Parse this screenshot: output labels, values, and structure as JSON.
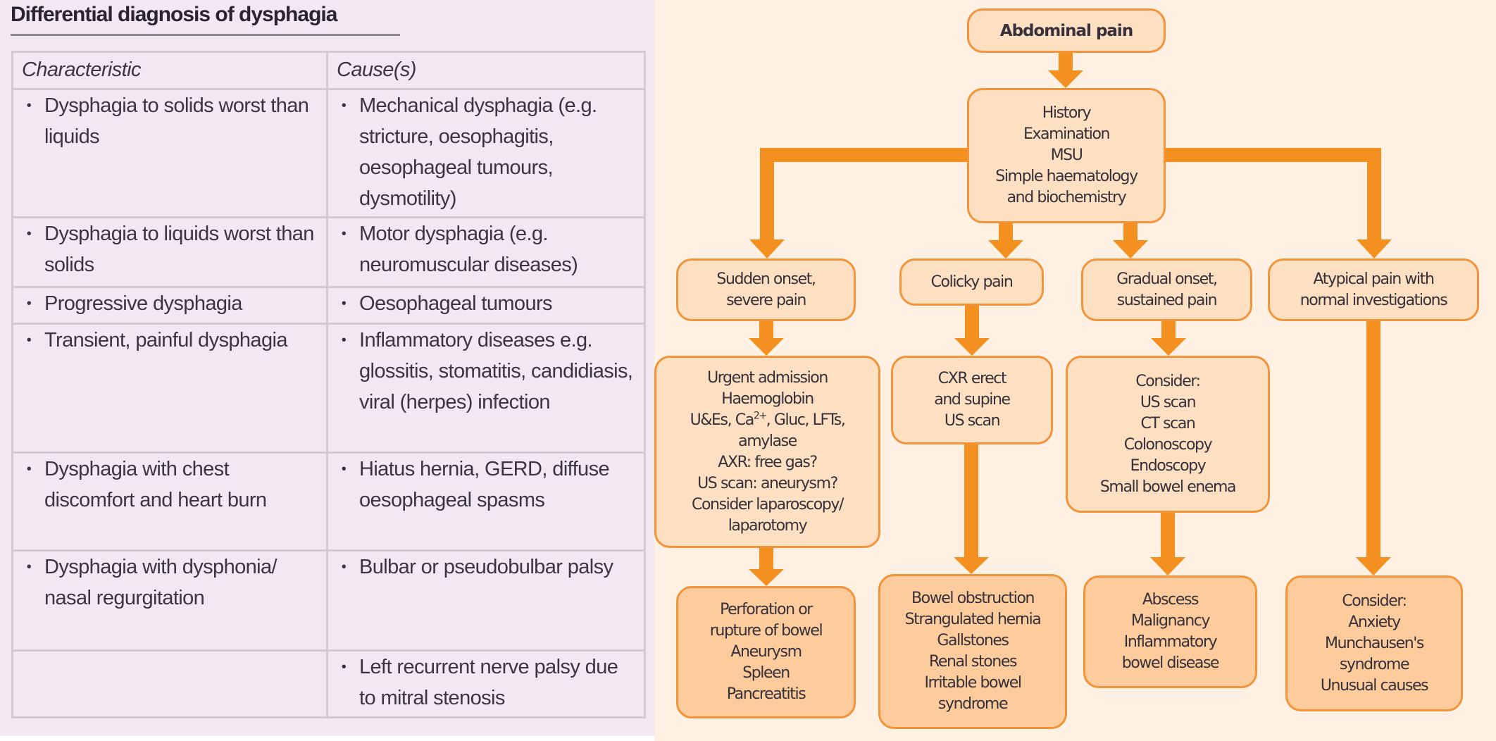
{
  "left": {
    "title": "Differential diagnosis of dysphagia",
    "table": {
      "headers": [
        "Characteristic",
        "Cause(s)"
      ],
      "rows": [
        {
          "characteristic": "Dysphagia to solids worst than liquids",
          "cause": "Mechanical dysphagia (e.g. stricture, oesophagitis, oesophageal tumours, dysmotility)"
        },
        {
          "characteristic": "Dysphagia to liquids worst than solids",
          "cause": "Motor dysphagia (e.g. neuromuscular diseases)"
        },
        {
          "characteristic": "Progressive dysphagia",
          "cause": "Oesophageal tumours"
        },
        {
          "characteristic": "Transient, painful dysphagia",
          "cause": "Inflammatory diseases e.g. glossitis, stomatitis, candidiasis, viral (herpes) infection"
        },
        {
          "characteristic": "Dysphagia with chest discomfort and heart burn",
          "cause": "Hiatus hernia, GERD, diffuse oesophageal spasms"
        },
        {
          "characteristic": "Dysphagia with dysphonia/ nasal regurgitation",
          "cause": "Bulbar or pseudobulbar palsy"
        },
        {
          "characteristic": "",
          "cause": "Left recurrent nerve palsy due to mitral stenosis"
        }
      ]
    }
  },
  "flowchart": {
    "colors": {
      "arrow": "#f3901f",
      "box_border": "#f3943a",
      "box_fill": "#fddfc2",
      "box_fill_dark": "#fdcb9c",
      "background": "#fef0e2"
    },
    "root": {
      "lines": [
        "Abdominal pain"
      ]
    },
    "assessment": {
      "lines": [
        "History",
        "Examination",
        "MSU",
        "Simple haematology",
        "and biochemistry"
      ]
    },
    "branches": [
      {
        "presentation": {
          "lines": [
            "Sudden onset,",
            "severe pain"
          ]
        },
        "investigations": {
          "lines": [
            "Urgent admission",
            "Haemoglobin",
            "U&Es, Ca2+, Gluc, LFTs,",
            "amylase",
            "AXR: free gas?",
            "US scan: aneurysm?",
            "Consider laparoscopy/",
            "laparotomy"
          ]
        },
        "outcomes": {
          "lines": [
            "Perforation or",
            "rupture of bowel",
            "Aneurysm",
            "Spleen",
            "Pancreatitis"
          ]
        }
      },
      {
        "presentation": {
          "lines": [
            "Colicky pain"
          ]
        },
        "investigations": {
          "lines": [
            "CXR erect",
            "and supine",
            "US scan"
          ]
        },
        "outcomes": {
          "lines": [
            "Bowel obstruction",
            "Strangulated hernia",
            "Gallstones",
            "Renal stones",
            "Irritable bowel",
            "syndrome"
          ]
        }
      },
      {
        "presentation": {
          "lines": [
            "Gradual onset,",
            "sustained pain"
          ]
        },
        "investigations": {
          "lines": [
            "Consider:",
            "US scan",
            "CT scan",
            "Colonoscopy",
            "Endoscopy",
            "Small bowel enema"
          ]
        },
        "outcomes": {
          "lines": [
            "Abscess",
            "Malignancy",
            "Inflammatory",
            "bowel disease"
          ]
        }
      },
      {
        "presentation": {
          "lines": [
            "Atypical pain with",
            "normal investigations"
          ]
        },
        "outcomes": {
          "lines": [
            "Consider:",
            "Anxiety",
            "Munchausen's",
            "syndrome",
            "Unusual causes"
          ]
        }
      }
    ]
  }
}
